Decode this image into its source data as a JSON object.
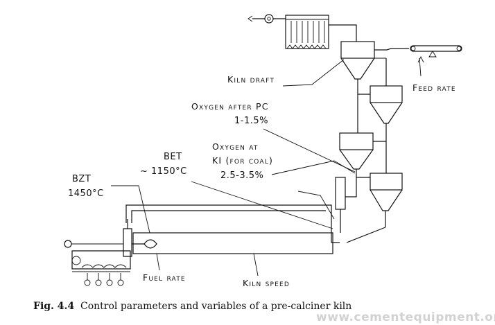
{
  "figure": {
    "labels": {
      "kiln_draft": "Kiln draft",
      "feed_rate": "Feed rate",
      "oxygen_after_pc": "Oxygen after PC",
      "oxygen_after_pc_value": "1-1.5%",
      "oxygen_at": "Oxygen at",
      "oxygen_at_location": "KI (for coal)",
      "oxygen_at_value": "2.5-3.5%",
      "bet": "BET",
      "bet_value": "~ 1150°C",
      "bzt": "BZT",
      "bzt_value": "1450°C",
      "fuel_rate": "Fuel rate",
      "kiln_speed": "Kiln speed"
    },
    "caption": {
      "number": "Fig. 4.4",
      "text": "Control parameters and variables of a pre-calciner kiln"
    },
    "watermark": "www.cementequipment.org"
  }
}
